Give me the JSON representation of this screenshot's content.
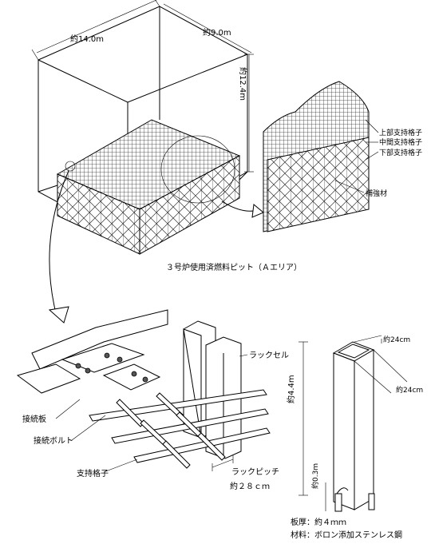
{
  "pit": {
    "dim_length": "約14.0m",
    "dim_width": "約9.0m",
    "dim_height": "約12.4m",
    "caption": "３号炉使用済燃料ピット（Ａエリア）"
  },
  "detail": {
    "upper_grid": "上部支持格子",
    "middle_grid": "中間支持格子",
    "lower_grid": "下部支持格子",
    "brace": "補強材"
  },
  "joint": {
    "plate": "接続板",
    "bolt": "接続ボルト",
    "support_grid": "支持格子",
    "rack_cell": "ラックセル",
    "rack_pitch_label": "ラックピッチ",
    "rack_pitch_value": "約２８ｃｍ"
  },
  "cell": {
    "width_a": "約24cm",
    "width_b": "約24cm",
    "height": "約4.4m",
    "foot": "約0.3m",
    "thickness": "板厚：約４ｍｍ",
    "material": "材料：ボロン添加ステンレス鋼"
  }
}
